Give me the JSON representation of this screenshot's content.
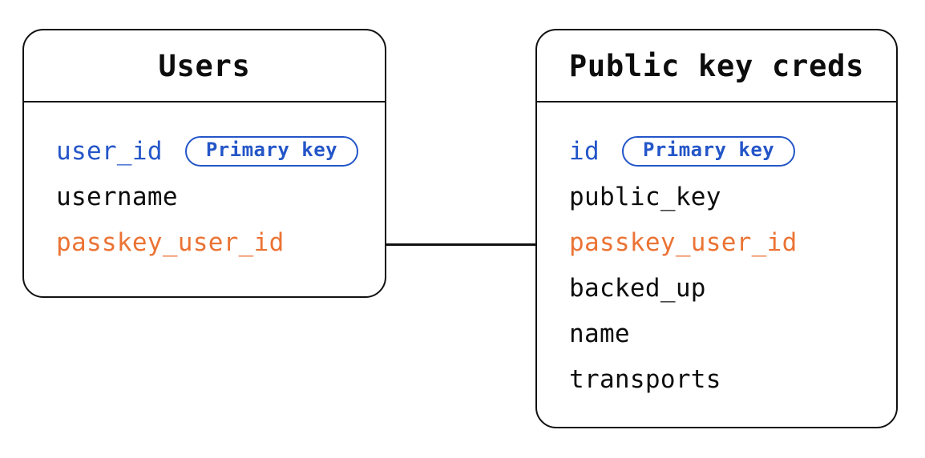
{
  "diagram": {
    "colors": {
      "primary_blue": "#2456c8",
      "foreign_orange": "#eb7334",
      "line_color": "#111111"
    },
    "badge_label": "Primary key",
    "tables": [
      {
        "name": "Users",
        "fields": [
          {
            "name": "user_id",
            "role": "primary-key",
            "badge": "Primary key"
          },
          {
            "name": "username",
            "role": "plain"
          },
          {
            "name": "passkey_user_id",
            "role": "foreign-key"
          }
        ]
      },
      {
        "name": "Public key creds",
        "fields": [
          {
            "name": "id",
            "role": "primary-key",
            "badge": "Primary key"
          },
          {
            "name": "public_key",
            "role": "plain"
          },
          {
            "name": "passkey_user_id",
            "role": "foreign-key"
          },
          {
            "name": "backed_up",
            "role": "plain"
          },
          {
            "name": "name",
            "role": "plain"
          },
          {
            "name": "transports",
            "role": "plain"
          }
        ]
      }
    ],
    "relationship": {
      "from": "Users.passkey_user_id",
      "to": "Public key creds.passkey_user_id"
    }
  }
}
